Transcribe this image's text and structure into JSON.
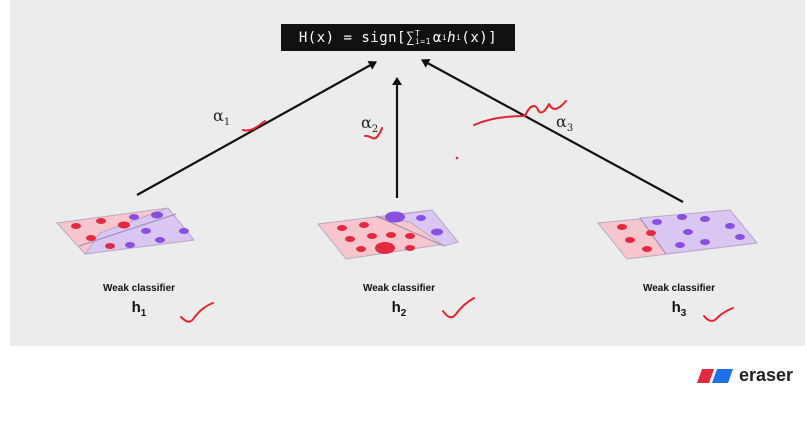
{
  "formula": {
    "prefix": "H(x) = sign[",
    "sum": "∑",
    "sum_sub": "i=1",
    "sum_sup": "T",
    "body": " α",
    "body_sub": "i",
    "body2": "h",
    "body2_sub": "i",
    "suffix": "(x)]"
  },
  "alphas": [
    {
      "symbol": "α",
      "index": "1"
    },
    {
      "symbol": "α",
      "index": "2"
    },
    {
      "symbol": "α",
      "index": "3"
    }
  ],
  "classifiers": [
    {
      "caption": "Weak classifier",
      "symbol": "h",
      "index": "1"
    },
    {
      "caption": "Weak classifier",
      "symbol": "h",
      "index": "2"
    },
    {
      "caption": "Weak classifier",
      "symbol": "h",
      "index": "3"
    }
  ],
  "brand": {
    "name": "eraser"
  },
  "colors": {
    "red_region": "#f6c6cc",
    "purple_region": "#d9c6f2",
    "red_dot": "#e3283f",
    "purple_dot": "#8a4fe0",
    "annotation": "#e8232a"
  }
}
